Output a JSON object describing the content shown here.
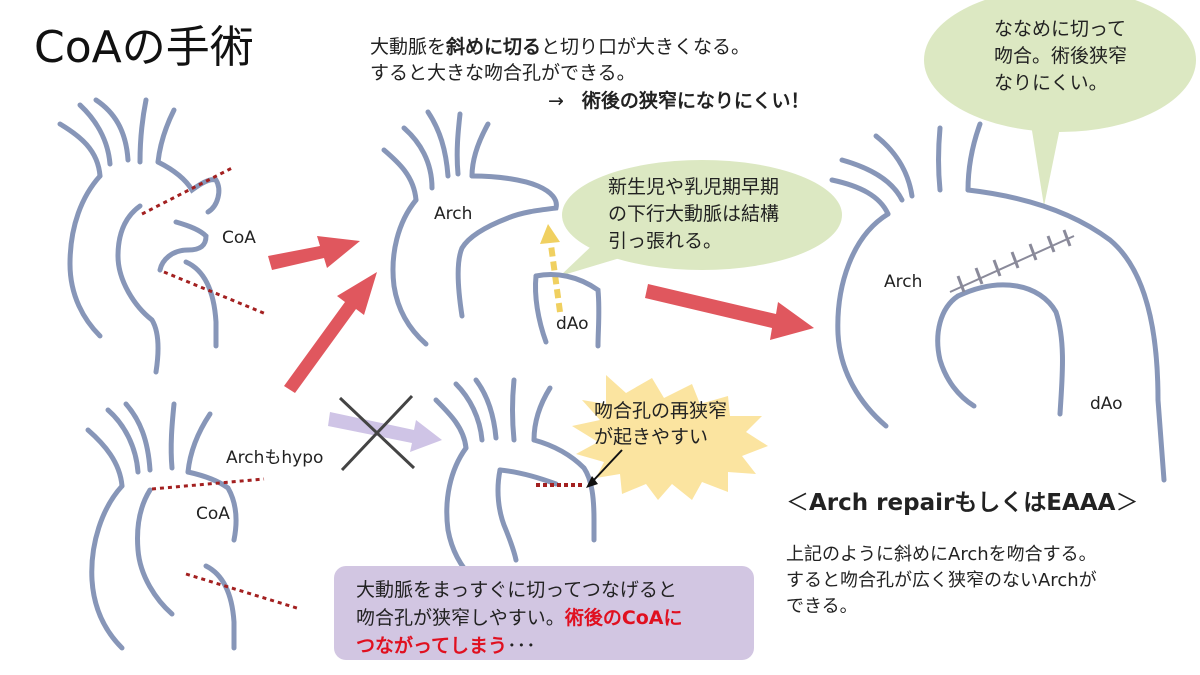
{
  "title": "CoAの手術",
  "intro": {
    "pre": "大動脈を",
    "bold": "斜めに切る",
    "post": "と切り口が大きくなる。",
    "line2": "すると大きな吻合孔ができる。",
    "arrow": "→",
    "conclusion": "術後の狭窄になりにくい！"
  },
  "labels": {
    "coa_top": "CoA",
    "arch_mid": "Arch",
    "dao_mid": "dAo",
    "arch_hypo": "Archもhypo",
    "coa_bottom": "CoA",
    "arch_right": "Arch",
    "dao_right": "dAo"
  },
  "bubble_top_right": [
    "ななめに切って",
    "吻合。術後狭窄",
    "なりにくい。"
  ],
  "bubble_middle": [
    "新生児や乳児期早期",
    "の下行大動脈は結構",
    "引っ張れる。"
  ],
  "burst": [
    "吻合孔の再狭窄",
    "が起きやすい"
  ],
  "note_box": {
    "line1": "大動脈をまっすぐに切ってつなげると",
    "line2_plain": "吻合孔が狭窄しやすい。",
    "line2_red": "術後のCoAに",
    "line3_red": "つながってしまう",
    "line3_tail": "･･･"
  },
  "repair": {
    "open": "＜",
    "text": "Arch repairもしくはEAAA",
    "close": "＞"
  },
  "description": [
    "上記のように斜めにArchを吻合する。",
    "すると吻合孔が広く狭窄のないArchが",
    "できる。"
  ],
  "colors": {
    "vessel": "#8796b8",
    "cut_line": "#a32020",
    "arrow": "#e0575e",
    "purple_arrow": "#cfc4e6",
    "bubble_green": "#dce8c2",
    "burst_yellow": "#fbe4a0",
    "dashed_arrow": "#f0d060",
    "note_box": "#d2c6e2",
    "emphasis_red": "#e01020"
  }
}
